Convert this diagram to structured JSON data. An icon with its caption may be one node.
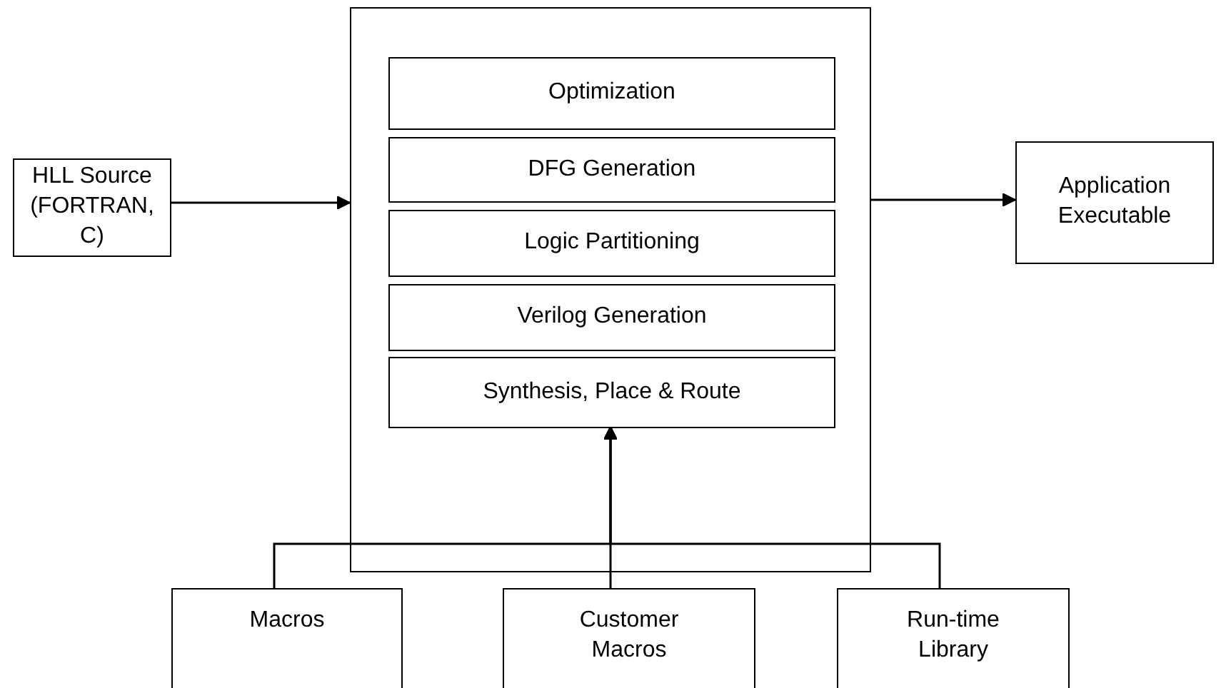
{
  "diagram": {
    "nodes": [
      {
        "text": [
          "HLL Source (FORTRAN, C)"
        ]
      },
      {
        "text": [],
        "shape": "box"
      },
      {
        "text": [
          "Optimization"
        ],
        "in": 1
      },
      {
        "text": [
          "DFG Generation"
        ],
        "in": 1
      },
      {
        "text": [
          "Logic Partitioning"
        ],
        "in": 1
      },
      {
        "text": [
          "Verilog Generation"
        ],
        "in": 1
      },
      {
        "text": [
          "Synthesis, Place & Route"
        ],
        "in": 1
      },
      {
        "text": [
          "Application Executable"
        ]
      },
      {
        "text": [
          "Macros"
        ]
      },
      {
        "text": [
          "Customer Macros"
        ]
      },
      {
        "text": [
          "Run-time Library"
        ]
      }
    ],
    "edges": [
      {
        "from": 0,
        "to": 1,
        "arrow": "to"
      },
      {
        "from": 1,
        "to": 7,
        "arrow": "to"
      },
      {
        "from": 8,
        "to": 6,
        "arrow": "to"
      },
      {
        "from": 9,
        "to": 6,
        "arrow": "to"
      },
      {
        "from": 10,
        "to": 6,
        "arrow": "to"
      }
    ]
  }
}
